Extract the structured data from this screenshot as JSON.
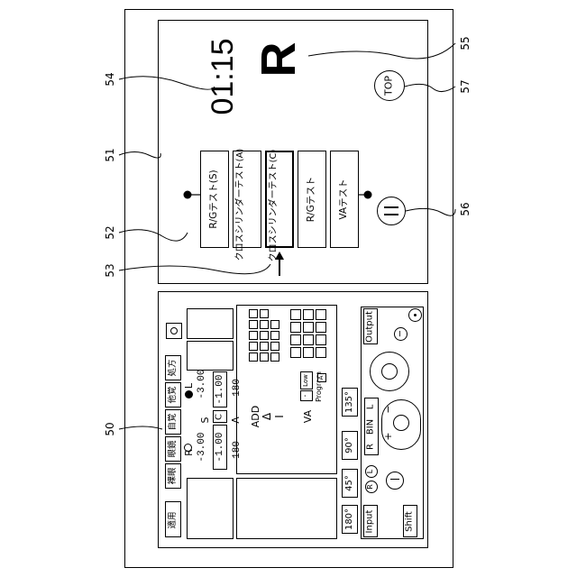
{
  "refs": {
    "r50": "50",
    "r51": "51",
    "r52": "52",
    "r53": "53",
    "r54": "54",
    "r55": "55",
    "r56": "56",
    "r57": "57"
  },
  "upper_screen": {
    "timer": "01:15",
    "eye": "R",
    "top_button": "TOP",
    "pause_icon": "pause-icon",
    "flow_steps": [
      "R/Gテスト(S)",
      "クロスシリンダーテスト(A)",
      "クロスシリンダーテスト(C)",
      "R/Gテスト",
      "VAテスト"
    ],
    "current_step_index": 2
  },
  "lower_screen": {
    "tabs": [
      "処方",
      "他覚",
      "自覚",
      "眼鏡",
      "裸眼",
      "適用"
    ],
    "r_label": "R",
    "l_label": "L",
    "r_values": {
      "S": "-3.00",
      "C": "-1.00",
      "A": "180"
    },
    "l_values": {
      "S": "-3.00",
      "C": "-1.00",
      "A": "180"
    },
    "col_labels": {
      "S": "S",
      "C": "C",
      "A": "A"
    },
    "add_label": "ADD",
    "prism_label": "Δ",
    "i_label": "I",
    "va_label": "VA",
    "program_label": "Program",
    "program_icon": "A",
    "low_label": "Low",
    "dot_button": "·",
    "angles": [
      "180°",
      "45°",
      "90°",
      "135°"
    ],
    "rbl": [
      "R",
      "BIN",
      "L"
    ],
    "buttons": {
      "output": "Output",
      "input": "Input",
      "shift": "Shift",
      "plus": "+",
      "minus": "−"
    },
    "light_icon": "sun-icon"
  }
}
